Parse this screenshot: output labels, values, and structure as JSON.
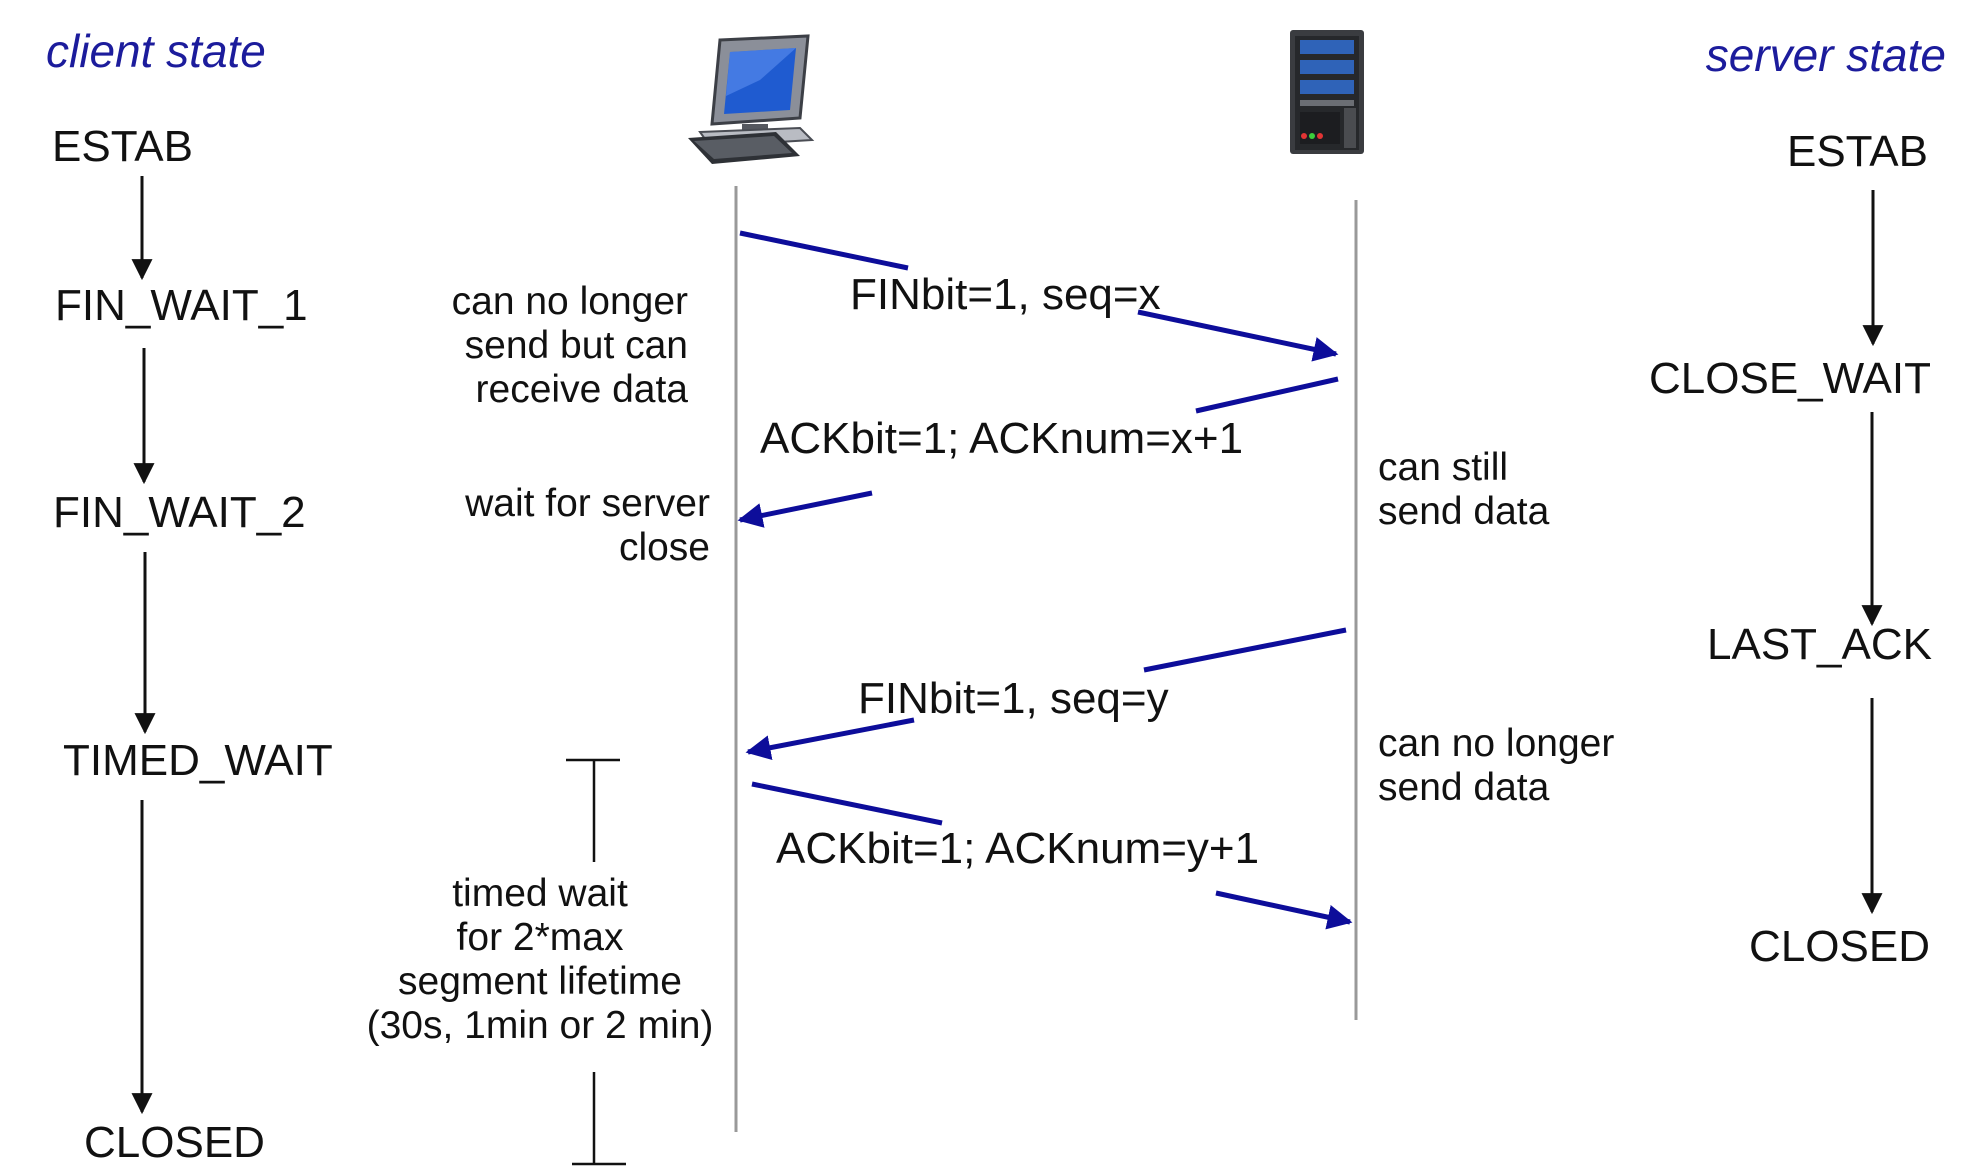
{
  "headers": {
    "client": "client state",
    "server": "server state"
  },
  "client_states": [
    "ESTAB",
    "FIN_WAIT_1",
    "FIN_WAIT_2",
    "TIMED_WAIT",
    "CLOSED"
  ],
  "server_states": [
    "ESTAB",
    "CLOSE_WAIT",
    "LAST_ACK",
    "CLOSED"
  ],
  "messages": [
    "FINbit=1, seq=x",
    "ACKbit=1; ACKnum=x+1",
    "FINbit=1, seq=y",
    "ACKbit=1; ACKnum=y+1"
  ],
  "client_notes": {
    "fin_wait_1": [
      "can no longer",
      "send but can",
      "receive data"
    ],
    "fin_wait_2": [
      "wait for server",
      "close"
    ],
    "timed_wait": [
      "timed wait",
      "for 2*max",
      "segment lifetime",
      "(30s, 1min or 2 min)"
    ]
  },
  "server_notes": {
    "close_wait": [
      "can still",
      "send data"
    ],
    "last_ack": [
      "can no longer",
      "send data"
    ]
  },
  "icons": {
    "client": "computer-icon",
    "server": "server-icon"
  },
  "colors": {
    "header": "#1c1c9c",
    "message": "#0d0d9a",
    "timeline": "#999999"
  }
}
